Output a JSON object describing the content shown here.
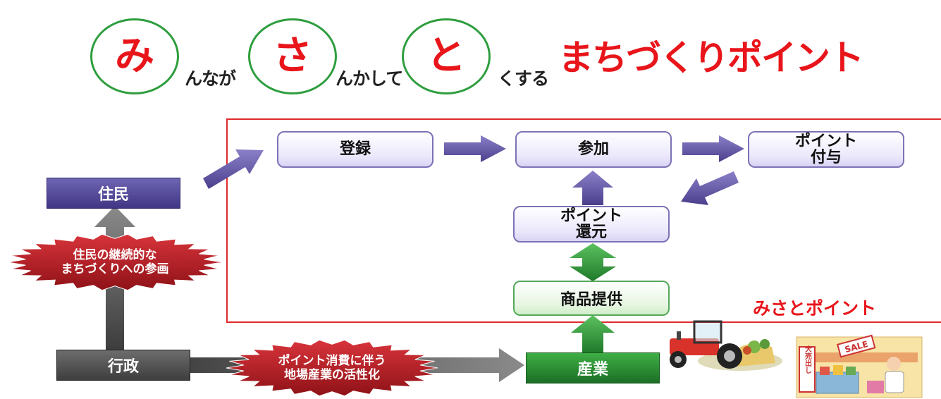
{
  "header": {
    "mi": "み",
    "minna_rest": "んなが",
    "sa": "さ",
    "sanka_rest": "んかして",
    "to": "と",
    "tokusuru_rest": "くする",
    "title": "まちづくりポイント"
  },
  "flow": {
    "register": "登録",
    "participate": "参加",
    "grant_line1": "ポイント",
    "grant_line2": "付与",
    "return_line1": "ポイント",
    "return_line2": "還元",
    "goods": "商品提供",
    "frame_label": "みさとポイント"
  },
  "actors": {
    "resident": "住民",
    "admin": "行政",
    "industry": "産業"
  },
  "bursts": {
    "participation_line1": "住民の継続的な",
    "participation_line2": "まちづくりへの参画",
    "activation_line1": "ポイント消費に伴う",
    "activation_line2": "地場産業の活性化"
  },
  "illustrations": {
    "tractor": "tractor-icon",
    "shop": "shop-icon",
    "shop_sign": "大売出し",
    "sale_tag": "SALE"
  },
  "colors": {
    "accent_red": "#e8151b",
    "circle_green": "#2e9e3e",
    "arrow_purple": "#5b4e9a",
    "arrow_green": "#2a8a33",
    "arrow_gray": "#555555"
  }
}
